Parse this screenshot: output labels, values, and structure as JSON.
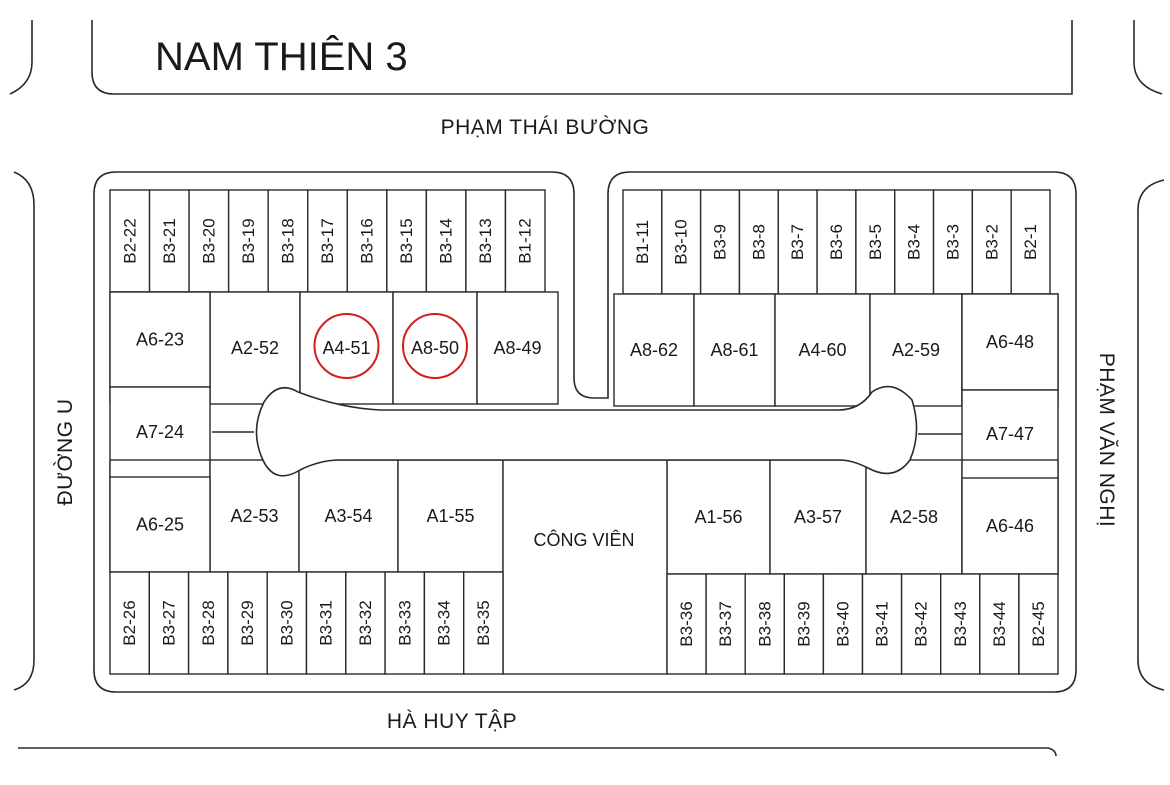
{
  "title": "NAM THIÊN 3",
  "streets": {
    "top": "PHẠM THÁI BƯỜNG",
    "bottom": "HÀ HUY TẬP",
    "left": "ĐƯỜNG U",
    "right": "PHẠM VĂN NGHỊ"
  },
  "park_label": "CÔNG VIÊN",
  "highlight_color": "#d11f1f",
  "highlighted_lots": [
    "A4-51",
    "A8-50"
  ],
  "lots": {
    "left_top_strip": [
      "B2-22",
      "B3-21",
      "B3-20",
      "B3-19",
      "B3-18",
      "B3-17",
      "B3-16",
      "B3-15",
      "B3-14",
      "B3-13",
      "B1-12"
    ],
    "right_top_strip": [
      "B1-11",
      "B3-10",
      "B3-9",
      "B3-8",
      "B3-7",
      "B3-6",
      "B3-5",
      "B3-4",
      "B3-3",
      "B3-2",
      "B2-1"
    ],
    "left_upper_row": [
      "A6-23",
      "A2-52",
      "A4-51",
      "A8-50",
      "A8-49"
    ],
    "right_upper_row": [
      "A8-62",
      "A8-61",
      "A4-60",
      "A2-59",
      "A6-48"
    ],
    "left_middle": "A7-24",
    "right_middle": "A7-47",
    "lower_left_row": [
      "A6-25",
      "A2-53",
      "A3-54",
      "A1-55"
    ],
    "lower_right_row": [
      "A1-56",
      "A3-57",
      "A2-58",
      "A6-46"
    ],
    "left_bottom_strip": [
      "B2-26",
      "B3-27",
      "B3-28",
      "B3-29",
      "B3-30",
      "B3-31",
      "B3-32",
      "B3-33",
      "B3-34",
      "B3-35"
    ],
    "right_bottom_strip": [
      "B3-36",
      "B3-37",
      "B3-38",
      "B3-39",
      "B3-40",
      "B3-41",
      "B3-42",
      "B3-43",
      "B3-44",
      "B2-45"
    ]
  }
}
